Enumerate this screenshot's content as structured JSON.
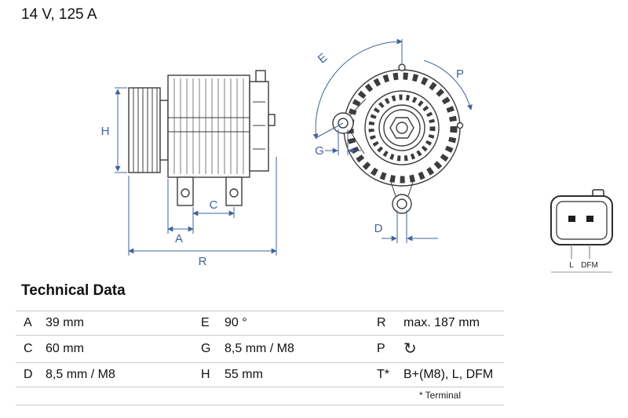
{
  "header": {
    "rating": "14 V, 125 A"
  },
  "diagram": {
    "dimension_color": "#41639c",
    "line_color": "#3c3c3c",
    "side_view": {
      "labels": {
        "h": "H",
        "a": "A",
        "c": "C",
        "r": "R"
      }
    },
    "front_view": {
      "labels": {
        "e": "E",
        "p": "P",
        "g": "G",
        "d": "D"
      }
    },
    "connector": {
      "pin_labels": [
        "L",
        "DFM"
      ]
    }
  },
  "technical_data": {
    "title": "Technical Data",
    "rows": [
      {
        "cells": [
          {
            "k": "A",
            "v": "39 mm"
          },
          {
            "k": "E",
            "v": "90 °"
          },
          {
            "k": "R",
            "v": "max. 187 mm"
          }
        ]
      },
      {
        "cells": [
          {
            "k": "C",
            "v": "60 mm"
          },
          {
            "k": "G",
            "v": "8,5 mm / M8"
          },
          {
            "k": "P",
            "v": "↻",
            "icon": "clockwise-rotation-icon"
          }
        ]
      },
      {
        "cells": [
          {
            "k": "D",
            "v": "8,5 mm / M8"
          },
          {
            "k": "H",
            "v": "55 mm"
          },
          {
            "k": "T*",
            "v": "B+(M8), L, DFM"
          }
        ]
      }
    ],
    "footnote": "* Terminal"
  }
}
